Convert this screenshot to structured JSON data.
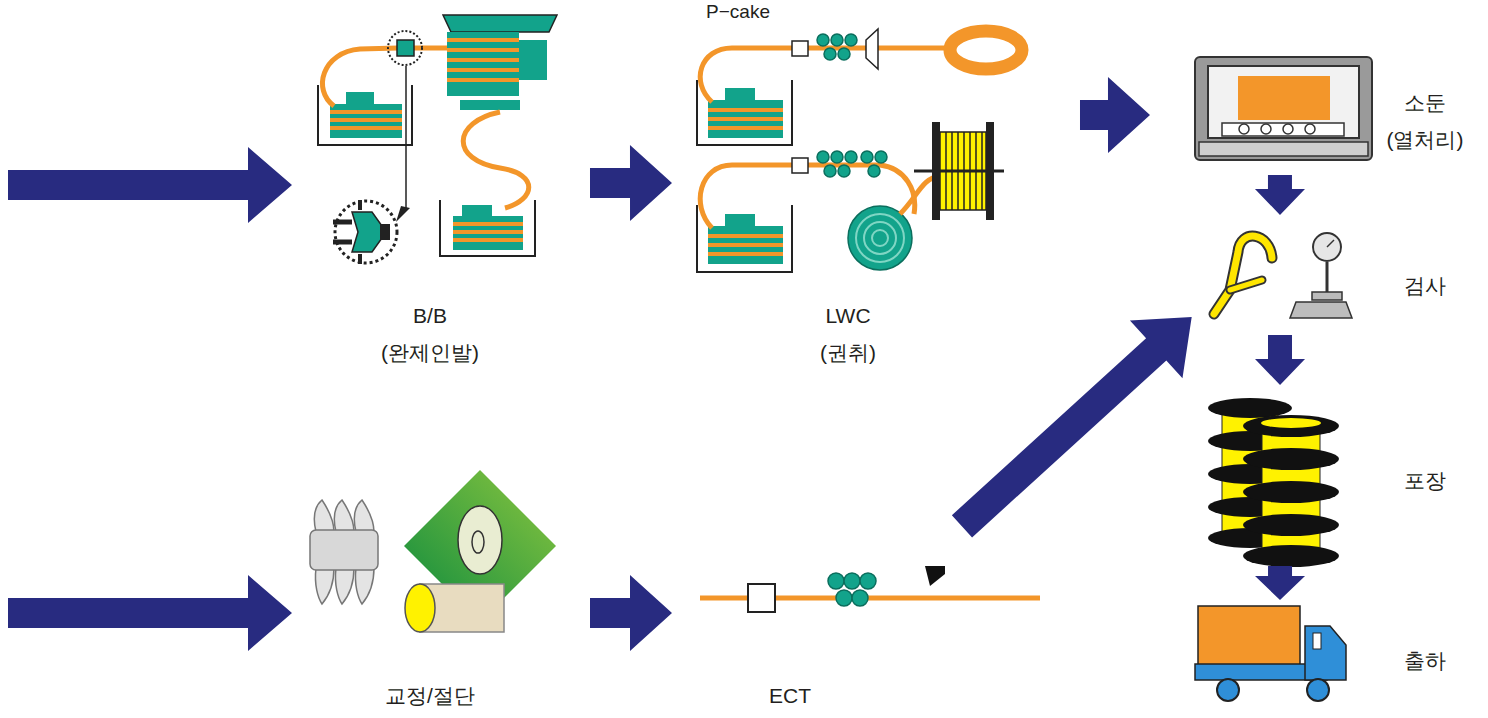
{
  "diagram": {
    "nodes": [
      {
        "text": [
          "B/B",
          "(완제인발)"
        ]
      },
      {
        "text": [
          "LWC",
          "(권취)"
        ]
      },
      {
        "text": [
          "소둔",
          "(열처리)"
        ]
      },
      {
        "text": [
          "검사"
        ]
      },
      {
        "text": [
          "포장"
        ]
      },
      {
        "text": [
          "출하"
        ]
      },
      {
        "text": [
          "교정/절단"
        ]
      },
      {
        "text": [
          "ECT"
        ]
      }
    ],
    "edges": [
      {
        "from": 0,
        "to": 1,
        "arrow": "to"
      },
      {
        "from": 1,
        "to": 2,
        "arrow": "to"
      },
      {
        "from": 2,
        "to": 3,
        "arrow": "to"
      },
      {
        "from": 3,
        "to": 4,
        "arrow": "to"
      },
      {
        "from": 4,
        "to": 5,
        "arrow": "to"
      },
      {
        "from": 6,
        "to": 7,
        "arrow": "to"
      },
      {
        "from": 7,
        "to": 3,
        "arrow": "to"
      }
    ],
    "labels": [
      "P−cake"
    ]
  }
}
